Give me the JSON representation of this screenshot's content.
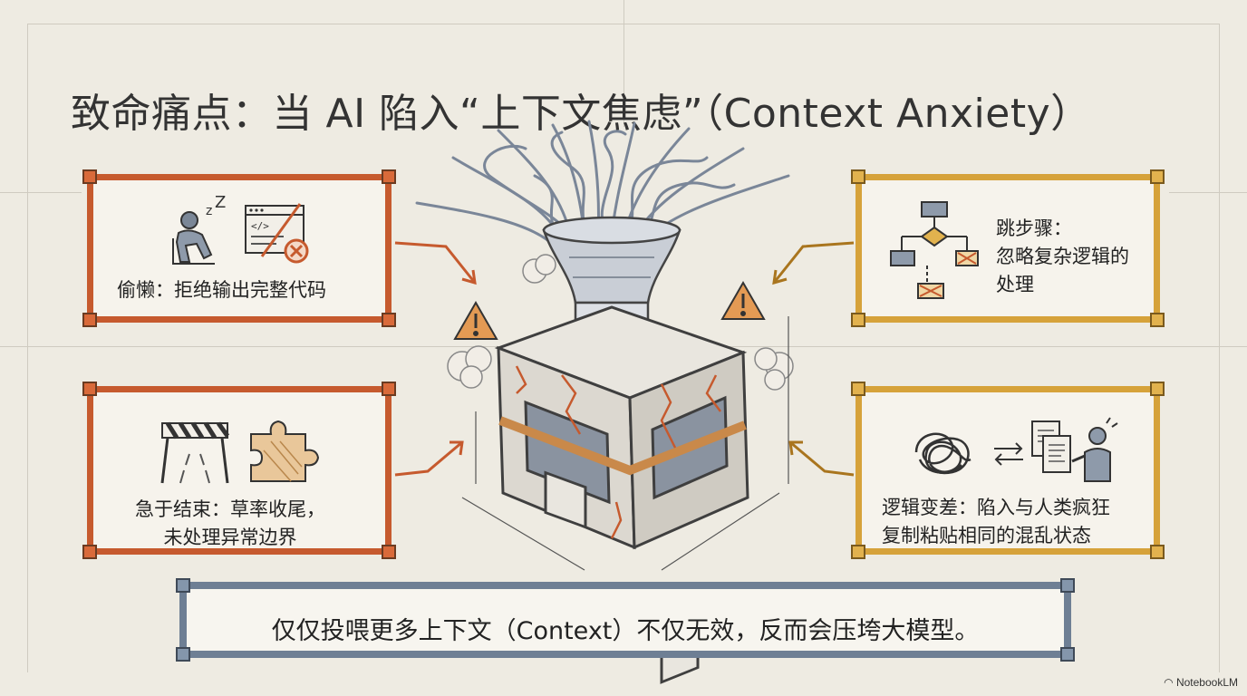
{
  "title": "致命痛点：当 AI 陷入“上下文焦虑”（Context Anxiety）",
  "cards": {
    "lazy": {
      "label": "偷懒：拒绝输出完整代码"
    },
    "skip": {
      "line1": "跳步骤：",
      "line2": "忽略复杂逻辑的",
      "line3": "处理"
    },
    "rush": {
      "line1": "急于结束：草率收尾，",
      "line2": "未处理异常边界"
    },
    "drift": {
      "line1": "逻辑变差：陷入与人类疯狂",
      "line2": "复制粘贴相同的混乱状态"
    }
  },
  "bottom_message": "仅仅投喂更多上下文（Context）不仅无效，反而会压垮大模型。",
  "brand": "NotebookLM",
  "colors": {
    "orange": "#c65a2e",
    "gold": "#d6a23a",
    "slate": "#6e7f94",
    "background": "#eeebe2"
  }
}
